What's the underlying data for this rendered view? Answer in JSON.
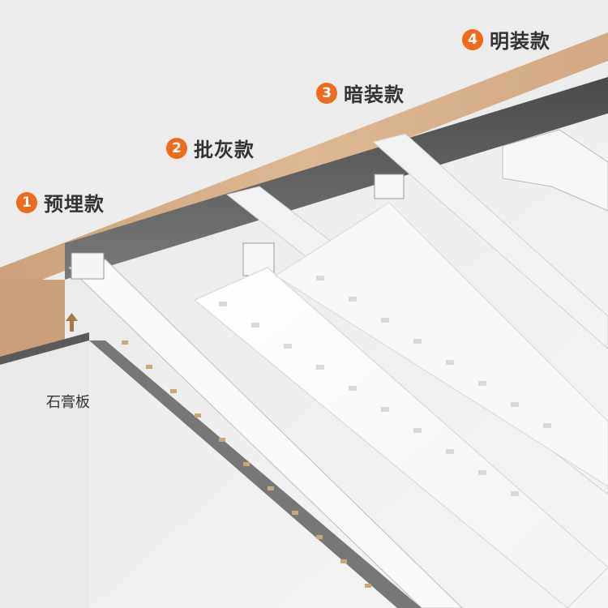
{
  "variants": [
    {
      "number": "1",
      "name": "预埋款"
    },
    {
      "number": "2",
      "name": "批灰款"
    },
    {
      "number": "3",
      "name": "暗装款"
    },
    {
      "number": "4",
      "name": "明装款"
    }
  ],
  "gypsum_label": "石膏板",
  "colors": {
    "accent": "#ee6a1c",
    "wood": "#d7b08a",
    "ceiling": "#ededed",
    "cavity": "#6b6b6b"
  }
}
